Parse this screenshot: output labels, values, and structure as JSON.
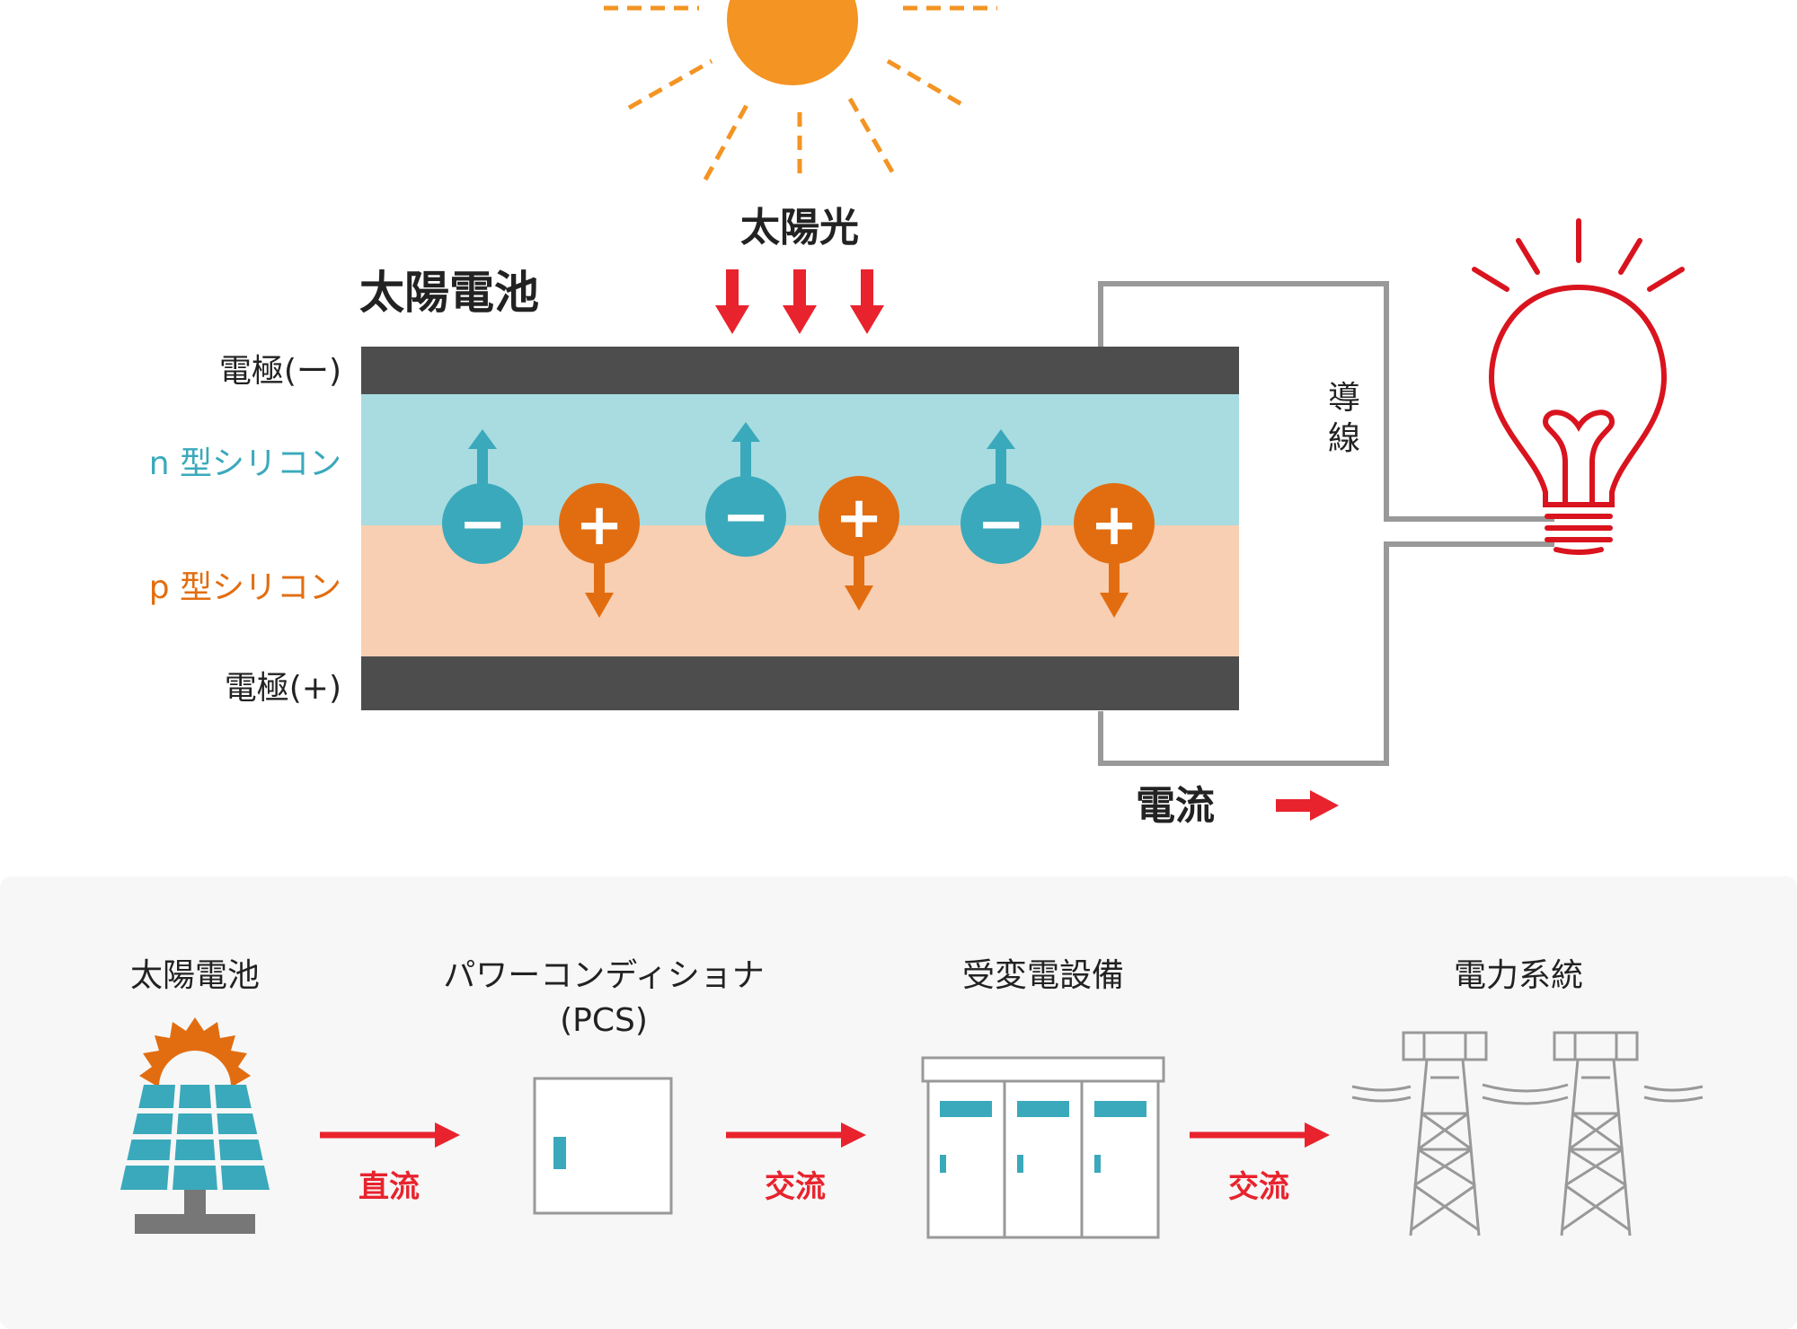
{
  "cell": {
    "sunlight_label": "太陽光",
    "title": "太陽電池",
    "electrode_negative": "電極(ー)",
    "n_silicon": "n 型シリコン",
    "p_silicon": "p 型シリコン",
    "electrode_positive": "電極(+)",
    "wire_label_1": "導",
    "wire_label_2": "線",
    "current_label": "電流",
    "minus_symbol": "−",
    "plus_symbol": "+"
  },
  "flow": {
    "solar_cell": "太陽電池",
    "pcs_line1": "パワーコンディショナ",
    "pcs_line2": "(PCS)",
    "substation": "受変電設備",
    "grid": "電力系統",
    "dc": "直流",
    "ac1": "交流",
    "ac2": "交流"
  },
  "colors": {
    "sun": "#f39423",
    "arrow_red": "#e8232d",
    "electrode": "#4d4d4d",
    "n_layer": "#a8dce0",
    "p_layer": "#f8cfb2",
    "electron": "#3aa9bb",
    "hole": "#e26d10",
    "wire": "#999999",
    "bulb": "#d9141e",
    "teal": "#3aa9bb",
    "panel_bg": "#f7f7f7"
  },
  "icons": [
    "sun-icon",
    "light-bulb-icon",
    "solar-panel-icon",
    "power-conditioner-icon",
    "substation-icon",
    "transmission-tower-icon"
  ]
}
